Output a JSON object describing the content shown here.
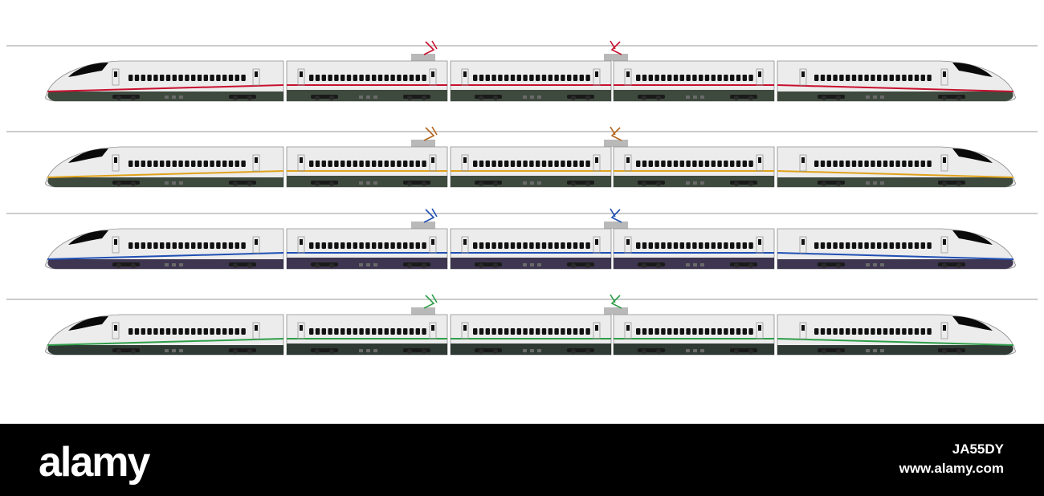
{
  "image": {
    "subject": "high-speed-train-side-views",
    "background": "#ffffff",
    "wire_color": "#9a9a9a",
    "body_color": "#ececec",
    "window_color": "#111111",
    "trains": [
      {
        "stripe_color": "#c8102e",
        "underbody_color": "#3e4a3e",
        "pantograph_color": "#c8102e"
      },
      {
        "stripe_color": "#e0a21b",
        "underbody_color": "#3e4a3e",
        "pantograph_color": "#b5651d"
      },
      {
        "stripe_color": "#1f4fb4",
        "underbody_color": "#3e3550",
        "pantograph_color": "#1f4fb4"
      },
      {
        "stripe_color": "#2e9e49",
        "underbody_color": "#2f3a35",
        "pantograph_color": "#2e9e49"
      }
    ]
  },
  "watermark": {
    "brand": "alamy",
    "image_id": "JA55DY",
    "site": "www.alamy.com",
    "bar_color": "#000000",
    "text_color": "#ffffff"
  }
}
